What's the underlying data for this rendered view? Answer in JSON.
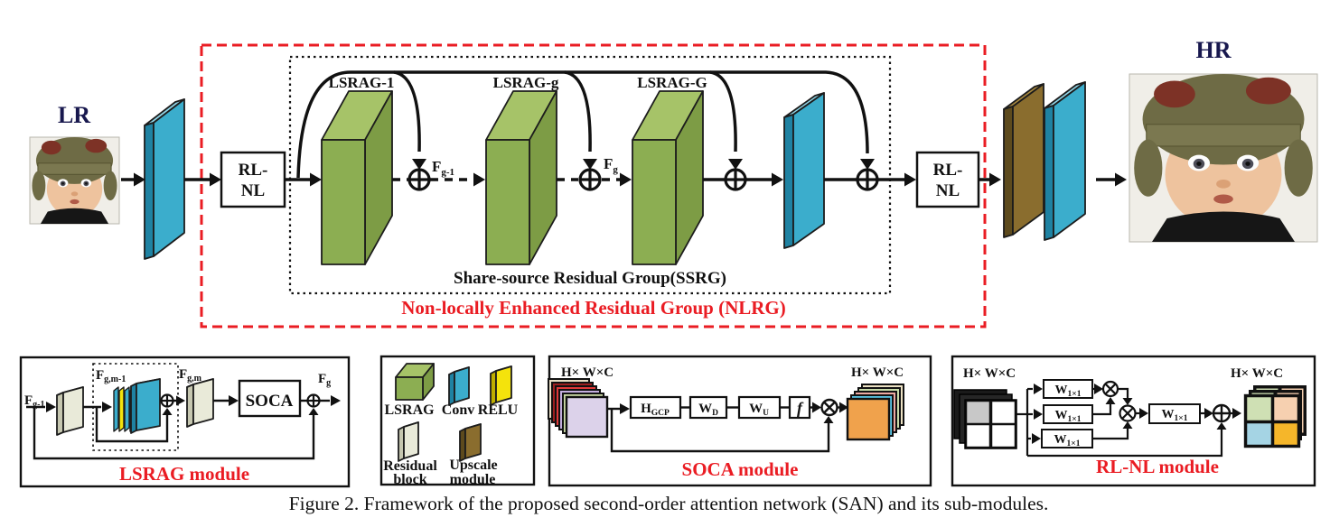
{
  "figure_caption": "Figure 2. Framework of the proposed second-order attention network (SAN) and its sub-modules.",
  "main": {
    "lr": "LR",
    "hr": "HR",
    "rlnl": {
      "line1": "RL-",
      "line2": "NL"
    },
    "blocks": [
      {
        "label": "LSRAG-1"
      },
      {
        "label": "LSRAG-g"
      },
      {
        "label": "LSRAG-G"
      }
    ],
    "fg1": {
      "base": "F",
      "sub": "g-1"
    },
    "fg": {
      "base": "F",
      "sub": "g"
    },
    "ssrg": "Share-source Residual Group(SSRG)",
    "nlrg": "Non-locally Enhanced  Residual Group (NLRG)"
  },
  "lsrag_module": {
    "title": "LSRAG module",
    "fg_prev": {
      "base": "F",
      "sub": "g-1"
    },
    "fgm_prev": {
      "base": "F",
      "sub": "g,m-1"
    },
    "fgm": {
      "base": "F",
      "sub": "g,m"
    },
    "fg": {
      "base": "F",
      "sub": "g"
    },
    "soca": "SOCA"
  },
  "legend": {
    "lsrag": "LSRAG",
    "conv": "Conv",
    "relu": "RELU",
    "residual_line1": "Residual",
    "residual_line2": "block",
    "upscale_line1": "Upscale",
    "upscale_line2": "module"
  },
  "soca_module": {
    "title": "SOCA module",
    "dim_in": "H× W×C",
    "dim_out": "H× W×C",
    "hgcp": {
      "base": "H",
      "sub": "GCP"
    },
    "wd": {
      "base": "W",
      "sub": "D"
    },
    "wu": {
      "base": "W",
      "sub": "U"
    },
    "f": "f"
  },
  "rlnl_module": {
    "title": "RL-NL module",
    "dim_in": "H× W×C",
    "dim_out": "H× W×C",
    "w1x1": {
      "base": "W",
      "sub": "1×1"
    }
  },
  "colors": {
    "accent_red": "#ea1c23",
    "lsrag_green": "#8cae52",
    "conv_blue": "#3badcc",
    "relu_yellow": "#f4e30c",
    "residual_beige": "#e9ead9",
    "upscale_brown": "#8a6d2e"
  }
}
